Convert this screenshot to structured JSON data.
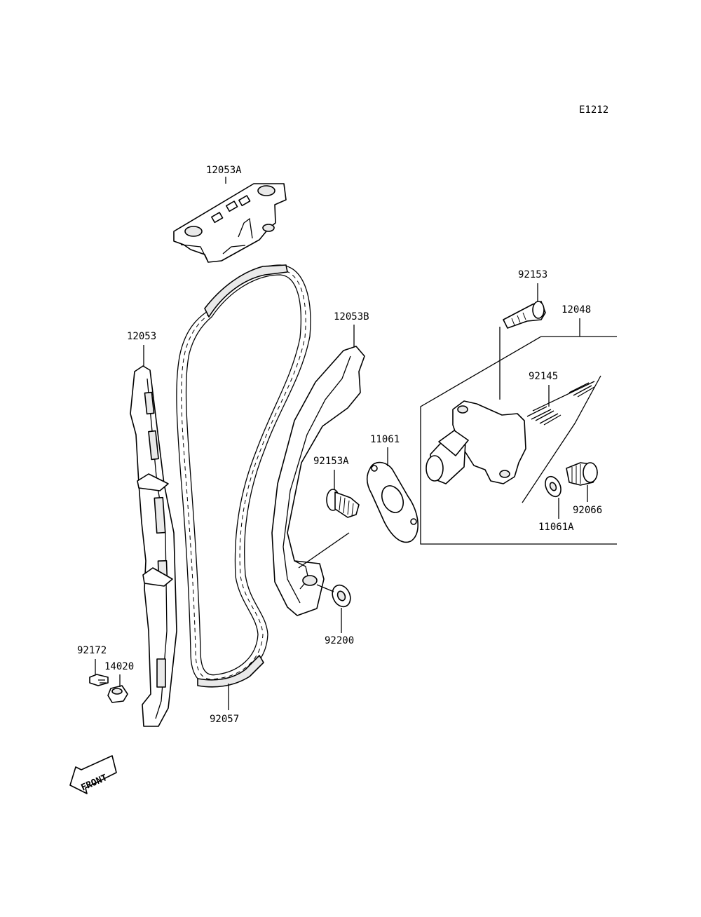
{
  "figure_code": "E1212",
  "front_label": "FRONT",
  "parts": {
    "p12053A": "12053A",
    "p12053B": "12053B",
    "p12053": "12053",
    "p92153": "92153",
    "p12048": "12048",
    "p92145": "92145",
    "p11061": "11061",
    "p92153A": "92153A",
    "p92066": "92066",
    "p11061A": "11061A",
    "p92200": "92200",
    "p92172": "92172",
    "p14020": "14020",
    "p92057": "92057"
  }
}
